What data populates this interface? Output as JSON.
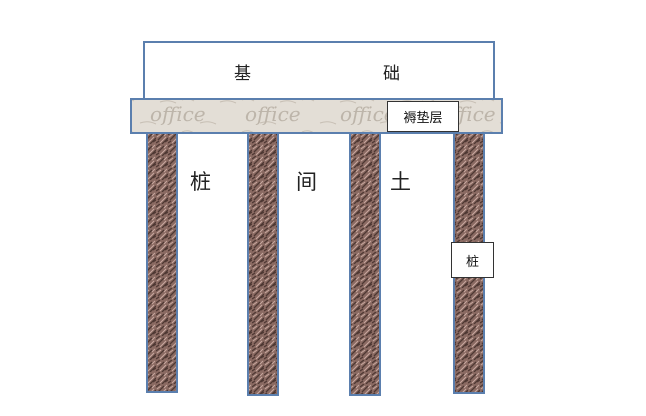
{
  "labels": {
    "foundation_left": "基",
    "foundation_right": "础",
    "cushion_callout": "褥垫层",
    "pile_callout": "桩",
    "soil_1": "桩",
    "soil_2": "间",
    "soil_3": "土",
    "watermark_text": "office"
  },
  "colors": {
    "outline": "#5b7fae",
    "cushion_fill": "#e3ded6",
    "cushion_text": "#bdb5aa",
    "pile_base": "#8a6a62",
    "pile_dark": "#4e3833",
    "pile_light": "#c9aaa1"
  },
  "piles": [
    "pile-1",
    "pile-2",
    "pile-3",
    "pile-4"
  ]
}
